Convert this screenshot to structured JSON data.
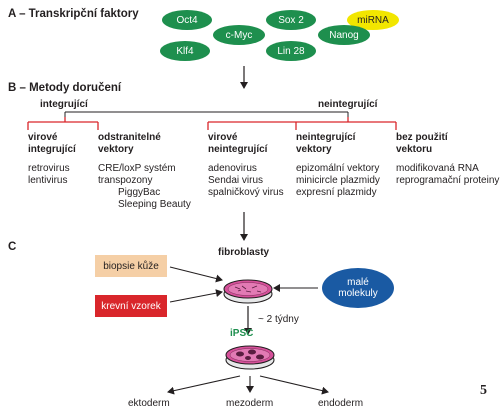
{
  "section_a": {
    "title": "A – Transkripční faktory",
    "factors": [
      "Oct4",
      "c-Myc",
      "Sox 2",
      "miRNA",
      "Klf4",
      "Lin 28",
      "Nanog"
    ]
  },
  "section_b": {
    "title": "B – Metody doručení",
    "integrating": "integrující",
    "nonintegrating": "neintegrující",
    "columns": [
      {
        "head": [
          "virové",
          "integrující"
        ],
        "items": [
          "retrovirus",
          "lentivirus"
        ]
      },
      {
        "head": [
          "odstranitelné",
          "vektory"
        ],
        "items": [
          "CRE/loxP systém",
          "transpozony",
          "PiggyBac",
          "Sleeping Beauty"
        ]
      },
      {
        "head": [
          "virové",
          "neintegrující"
        ],
        "items": [
          "adenovirus",
          "Sendai virus",
          "spalničkový virus"
        ]
      },
      {
        "head": [
          "neintegrující",
          "vektory"
        ],
        "items": [
          "epizomální vektory",
          "minicircle plazmidy",
          "expresní plazmidy"
        ]
      },
      {
        "head": [
          "bez použití",
          "vektoru"
        ],
        "items": [
          "modifikovaná RNA",
          "reprogramační proteiny"
        ]
      }
    ]
  },
  "section_c": {
    "title": "C",
    "fibroblasts": "fibroblasty",
    "skin_biopsy": "biopsie kůže",
    "blood_sample": "krevní vzorek",
    "small_molecules": [
      "malé",
      "molekuly"
    ],
    "duration": "~ 2 týdny",
    "ipsc": "iPSC",
    "outcomes": [
      "ektoderm",
      "mezoderm",
      "endoderm"
    ]
  },
  "page_number": "5",
  "colors": {
    "green": "#1e8f4e",
    "yellow": "#f2e600",
    "red": "#d9262b",
    "peach": "#f5cfa6",
    "blue": "#1a5aa3",
    "dish_pink": "#d6509a"
  }
}
